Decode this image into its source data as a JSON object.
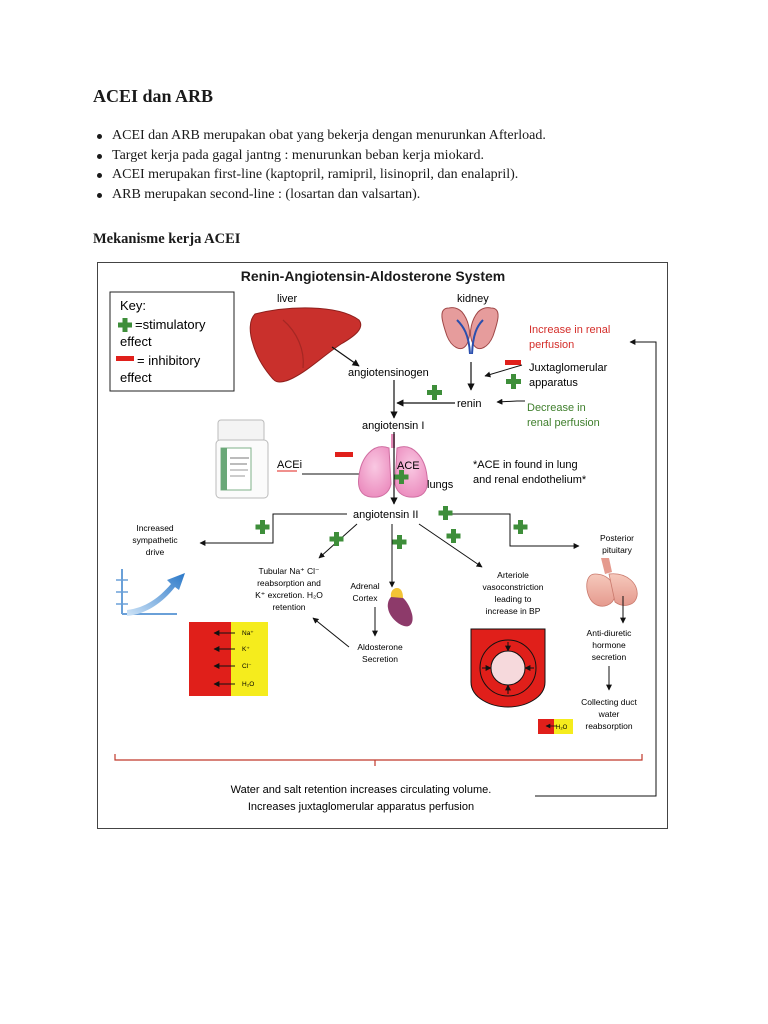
{
  "document": {
    "title": "ACEI dan ARB",
    "bullets": [
      "ACEI dan ARB merupakan obat yang bekerja dengan menurunkan Afterload.",
      "Target kerja pada gagal jantng : menurunkan beban kerja miokard.",
      "ACEI merupakan first-line (kaptopril, ramipril, lisinopril, dan enalapril).",
      "ARB merupakan second-line : (losartan dan valsartan)."
    ],
    "section_title": "Mekanisme kerja ACEI"
  },
  "figure": {
    "title": "Renin-Angiotensin-Aldosterone System",
    "key": {
      "heading": "Key:",
      "stimulatory_line1": "=stimulatory",
      "stimulatory_line2": "effect",
      "inhibitory_line1": "= inhibitory",
      "inhibitory_line2": "effect"
    },
    "labels": {
      "liver": "liver",
      "kidney": "kidney",
      "angiotensinogen": "angiotensinogen",
      "increase_renal_1": "Increase in renal",
      "increase_renal_2": "perfusion",
      "juxta_1": "Juxtaglomerular",
      "juxta_2": "apparatus",
      "renin": "renin",
      "decrease_renal_1": "Decrease in",
      "decrease_renal_2": "renal perfusion",
      "angiotensin_1": "angiotensin I",
      "acei": "ACEi",
      "ace": "ACE",
      "lungs": "lungs",
      "ace_note_1": "*ACE in found in lung",
      "ace_note_2": "and renal endothelium*",
      "angiotensin_2": "angiotensin II",
      "sympathetic_1": "Increased",
      "sympathetic_2": "sympathetic",
      "sympathetic_3": "drive",
      "tubular_1": "Tubular Na⁺ Cl⁻",
      "tubular_2": "reabsorption and",
      "tubular_3": "K⁺ excretion. H₂O",
      "tubular_4": "retention",
      "adrenal_1": "Adrenal",
      "adrenal_2": "Cortex",
      "aldosterone_1": "Aldosterone",
      "aldosterone_2": "Secretion",
      "arteriole_1": "Arteriole",
      "arteriole_2": "vasoconstriction",
      "arteriole_3": "leading to",
      "arteriole_4": "increase in BP",
      "posterior_1": "Posterior",
      "posterior_2": "pituitary",
      "adh_1": "Anti-diuretic",
      "adh_2": "hormone",
      "adh_3": "secretion",
      "collecting_1": "Collecting duct",
      "collecting_2": "water",
      "collecting_3": "reabsorption",
      "bottom_1": "Water and salt retention increases circulating volume.",
      "bottom_2": "Increases juxtaglomerular apparatus perfusion"
    },
    "ions": [
      "Na⁺",
      "K⁺",
      "Cl⁻",
      "H₂O"
    ],
    "water_box_label": "H₂O",
    "colors": {
      "stimulatory": "#3e8e3a",
      "inhibitory": "#e0201b",
      "organ_red": "#c9302c",
      "lungs_pink": "#f3a6cf",
      "increase_text": "#d42e2a",
      "decrease_text": "#3f7f2c",
      "cell_red": "#e01f1a",
      "cell_yellow": "#f5ec1d"
    }
  }
}
